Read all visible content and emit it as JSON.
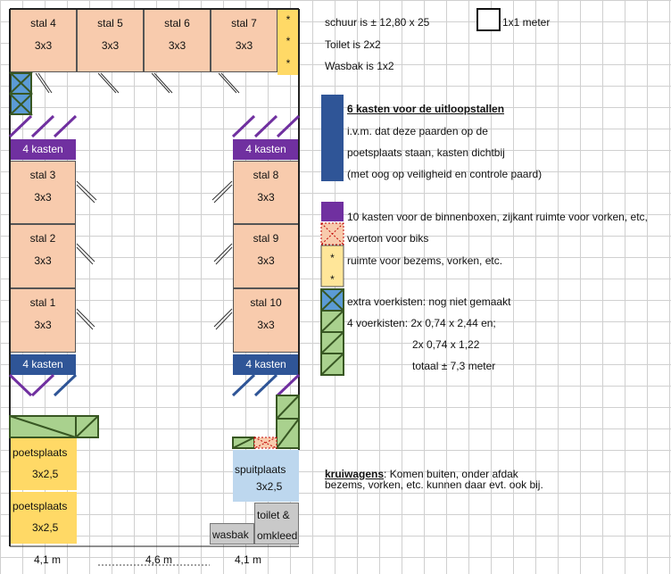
{
  "stables": {
    "stal4": {
      "name": "stal 4",
      "size": "3x3"
    },
    "stal5": {
      "name": "stal 5",
      "size": "3x3"
    },
    "stal6": {
      "name": "stal 6",
      "size": "3x3"
    },
    "stal7": {
      "name": "stal 7",
      "size": "3x3"
    },
    "stal3": {
      "name": "stal 3",
      "size": "3x3"
    },
    "stal2": {
      "name": "stal 2",
      "size": "3x3"
    },
    "stal1": {
      "name": "stal 1",
      "size": "3x3"
    },
    "stal8": {
      "name": "stal 8",
      "size": "3x3"
    },
    "stal9": {
      "name": "stal 9",
      "size": "3x3"
    },
    "stal10": {
      "name": "stal 10",
      "size": "3x3"
    }
  },
  "cabinets": {
    "top_left": "4 kasten",
    "top_right": "4 kasten",
    "bottom_left": "4 kasten",
    "bottom_right": "4 kasten"
  },
  "rooms": {
    "poetsplaats1": {
      "name": "poetsplaats",
      "size": "3x2,5"
    },
    "poetsplaats2": {
      "name": "poetsplaats",
      "size": "3x2,5"
    },
    "spuitplaats": {
      "name": "spuitplaats",
      "size": "3x2,5"
    },
    "wasbak": "wasbak",
    "toilet_line1": "toilet &",
    "toilet_line2": "omkleed"
  },
  "star_symbol": "*",
  "dimensions": {
    "left": "4,1 m",
    "middle": "4,6 m",
    "right": "4,1 m"
  },
  "notes": {
    "barn": "schuur is ± 12,80 x 25",
    "toilet": "Toilet is 2x2",
    "sink": "Wasbak is 1x2",
    "scale": "1x1 meter"
  },
  "legend": {
    "six_cabinets_title": "6 kasten voor de uitloopstallen",
    "six_line1": "i.v.m. dat deze paarden op de",
    "six_line2": "poetsplaats staan, kasten dichtbij",
    "six_line3": "(met oog op veiligheid en controle paard)",
    "ten_cabinets": "10 kasten voor de binnenboxen, zijkant ruimte voor vorken, etc,",
    "feed_bin": "voerton voor biks",
    "broom_space": "ruimte voor bezems, vorken, etc.",
    "extra_feed": "extra voerkisten: nog niet gemaakt",
    "feed_line1": "4 voerkisten: 2x 0,74 x 2,44 en;",
    "feed_line2": "2x 0,74 x 1,22",
    "feed_total": "totaal ± 7,3 meter"
  },
  "wheelbarrows": {
    "label": "kruiwagens",
    "text1": ": Komen buiten, onder afdak",
    "text2": "bezems, vorken, etc. kunnen daar evt. ook bij."
  },
  "colors": {
    "stal": "#f8cbad",
    "purple_cabinet": "#7030a0",
    "blue_cabinet": "#2f5597",
    "poetsplaats": "#ffd966",
    "spuitplaats": "#bdd7ee",
    "feed_bin_green": "#a9d18e",
    "feed_bin_blue": "#5b9bd5"
  }
}
